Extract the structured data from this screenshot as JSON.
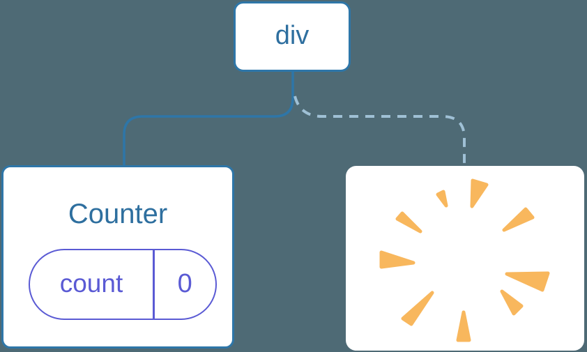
{
  "colors": {
    "background": "#4e6a75",
    "node_border_blue": "#2e76a8",
    "node_text_blue": "#2e6f9f",
    "dashed_line_blue": "#9fc0d5",
    "state_indigo": "#5a5ad4",
    "poof_orange": "#f8b75d",
    "card_white": "#ffffff"
  },
  "tree": {
    "root": {
      "label": "div"
    },
    "counter": {
      "title": "Counter",
      "state": {
        "key": "count",
        "value": "0"
      }
    },
    "removed": {
      "icon": "poof-icon"
    }
  },
  "poof_rays": [
    "144,57 132,41 140,37",
    "181,58 182,21 202,27",
    "227,92 258,62 268,74",
    "107,94 74,76 81,68",
    "97,139 51,124 51,145",
    "231,155 290,154 282,178",
    "224,180 252,201 241,212",
    "124,182 82,219 94,227",
    "169,210 161,250 177,250"
  ]
}
